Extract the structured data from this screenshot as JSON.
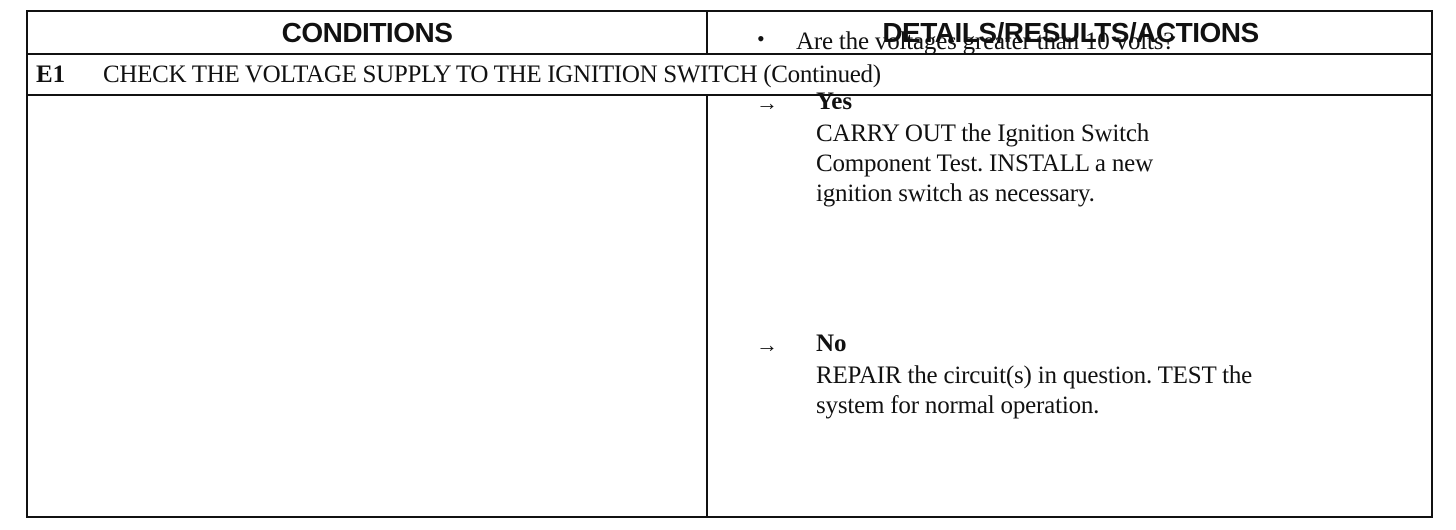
{
  "table": {
    "headers": {
      "conditions": "CONDITIONS",
      "details": "DETAILS/RESULTS/ACTIONS"
    },
    "step": {
      "code": "E1",
      "title": "CHECK THE VOLTAGE SUPPLY TO THE IGNITION SWITCH (Continued)"
    },
    "details": {
      "bullet": "•",
      "question": "Are the voltages greater than 10 volts?",
      "yes": {
        "arrow": "→",
        "label": "Yes",
        "lines": [
          "CARRY OUT the Ignition Switch",
          "Component Test. INSTALL a new",
          "ignition switch as necessary."
        ]
      },
      "no": {
        "arrow": "→",
        "label": "No",
        "lines": [
          "REPAIR the circuit(s) in question. TEST the",
          "system for normal operation."
        ]
      }
    }
  }
}
